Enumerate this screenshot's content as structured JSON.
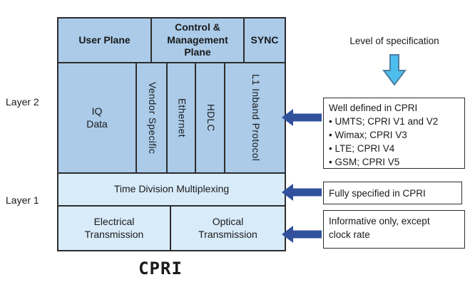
{
  "colors": {
    "cell_blue": "#ABCBE9",
    "cell_light_blue": "#D8EBF9",
    "border_dark": "#2D2D2D",
    "arrow_navy": "#31519C",
    "arrow_sky": "#4DBEEE"
  },
  "stack_diagram": {
    "title": "CPRI",
    "layer2_label": "Layer 2",
    "layer1_label": "Layer 1",
    "header_row": {
      "user_plane": "User Plane",
      "control_mgmt": "Control &\nManagement\nPlane",
      "sync": "SYNC"
    },
    "layer2_row": {
      "iq_data": "IQ\nData",
      "vendor_specific": "Vendor Specific",
      "ethernet": "Ethernet",
      "hdlc": "HDLC",
      "l1_inband": "L1 Inband Protocol"
    },
    "tdm_row": "Time Division Multiplexing",
    "phy_row": {
      "electrical": "Electrical\nTransmission",
      "optical": "Optical\nTransmission"
    }
  },
  "annotations": {
    "caption": "Level of specification",
    "well_defined_box": {
      "lines": [
        "Well defined in CPRI",
        "• UMTS; CPRI V1 and V2",
        "• Wimax; CPRI V3",
        "• LTE; CPRI V4",
        "• GSM; CPRI V5"
      ]
    },
    "fully_specified_box": "Fully specified in CPRI",
    "informative_box": "Informative only, except\nclock rate"
  }
}
